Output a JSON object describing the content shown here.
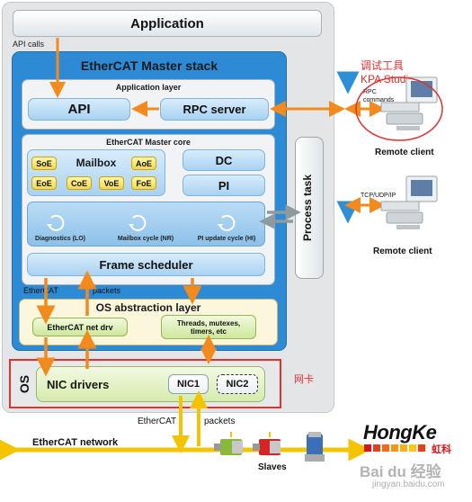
{
  "labels": {
    "application": "Application",
    "api_calls": "API calls",
    "master_stack": "EtherCAT Master stack",
    "application_layer": "Application layer",
    "api": "API",
    "rpc_server": "RPC server",
    "master_core": "EtherCAT Master core",
    "mailbox": "Mailbox",
    "soe": "SoE",
    "aoe": "AoE",
    "eoe": "EoE",
    "coe": "CoE",
    "voe": "VoE",
    "foe": "FoE",
    "dc": "DC",
    "pi": "PI",
    "process_task": "Process task",
    "diagnostics": "Diagnostics (LO)",
    "mailbox_cycle": "Mailbox cycle (NR)",
    "pi_update_cycle": "PI update cycle (HI)",
    "frame_scheduler": "Frame scheduler",
    "ethercat_left": "EtherCAT",
    "packets_top": "packets",
    "os_abstraction": "OS abstraction layer",
    "ethercat_net_drv": "EtherCAT net drv",
    "threads": "Threads, mutexes, timers, etc",
    "os": "OS",
    "nic_drivers": "NIC drivers",
    "nic1": "NIC1",
    "nic2": "NIC2",
    "wangka": "网卡",
    "ethercat_bottom": "EtherCAT",
    "packets_bottom": "packets",
    "ethercat_network": "EtherCAT network",
    "slaves": "Slaves",
    "debug_tool": "调试工具",
    "kpa_studio": "KPA Studio",
    "rpc_commands": "RPC commands",
    "remote_client_1": "Remote client",
    "tcp_udp_ip": "TCP/UDP/IP",
    "remote_client_2": "Remote client",
    "hongke": "HongKe",
    "hongke_cn": "虹科",
    "watermark": "Bai du 经验",
    "watermark_url": "jingyan.baidu.com"
  },
  "colors": {
    "arrow_orange": "#f28a1e",
    "arrow_yellow": "#f5c400",
    "bus_blue": "#2f8fd6",
    "stack_blue": "#2d8bd5",
    "highlight_red": "#e03030",
    "brand_red": "#d8141c"
  },
  "icons": [
    "refresh-cycle-icon",
    "computer-icon",
    "servo-motor-icon"
  ]
}
